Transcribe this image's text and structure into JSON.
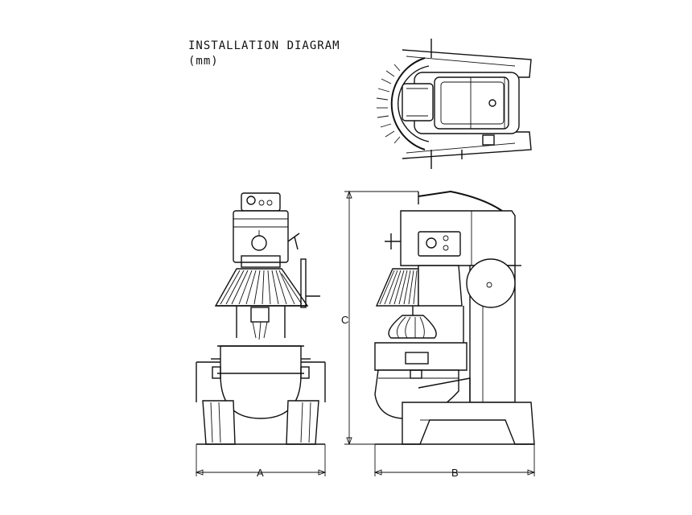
{
  "diagram": {
    "title": "INSTALLATION DIAGRAM",
    "units": "(mm)",
    "dimensions": {
      "a": "A",
      "b": "B",
      "c": "C"
    }
  }
}
